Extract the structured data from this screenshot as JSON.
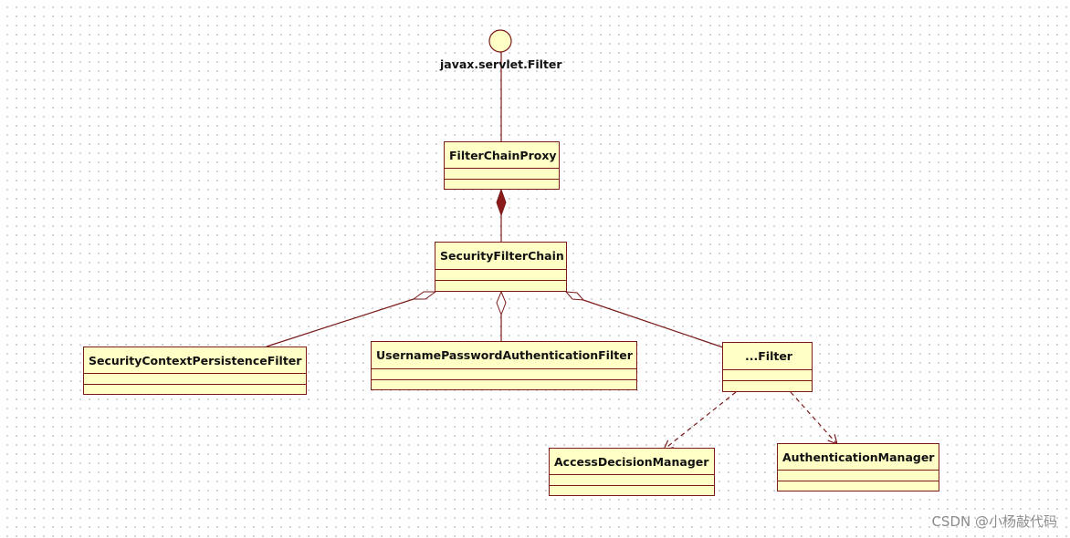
{
  "interface": {
    "name": "javax.servlet.Filter"
  },
  "classes": {
    "filter_chain_proxy": "FilterChainProxy",
    "security_filter_chain": "SecurityFilterChain",
    "security_context_persistence_filter": "SecurityContextPersistenceFilter",
    "username_password_authentication_filter": "UsernamePasswordAuthenticationFilter",
    "other_filter": "...Filter",
    "access_decision_manager": "AccessDecisionManager",
    "authentication_manager": "AuthenticationManager"
  },
  "relations": [
    {
      "type": "realization",
      "from": "FilterChainProxy",
      "to": "javax.servlet.Filter"
    },
    {
      "type": "composition",
      "from": "SecurityFilterChain",
      "to": "FilterChainProxy"
    },
    {
      "type": "aggregation",
      "from": "SecurityContextPersistenceFilter",
      "to": "SecurityFilterChain"
    },
    {
      "type": "aggregation",
      "from": "UsernamePasswordAuthenticationFilter",
      "to": "SecurityFilterChain"
    },
    {
      "type": "aggregation",
      "from": "...Filter",
      "to": "SecurityFilterChain"
    },
    {
      "type": "dependency",
      "from": "...Filter",
      "to": "AccessDecisionManager"
    },
    {
      "type": "dependency",
      "from": "...Filter",
      "to": "AuthenticationManager"
    }
  ],
  "colors": {
    "class_fill": "#ffffc6",
    "line": "#7a1a1a",
    "interface_fill": "#ffffc6"
  },
  "watermark": "CSDN @小杨敲代码"
}
